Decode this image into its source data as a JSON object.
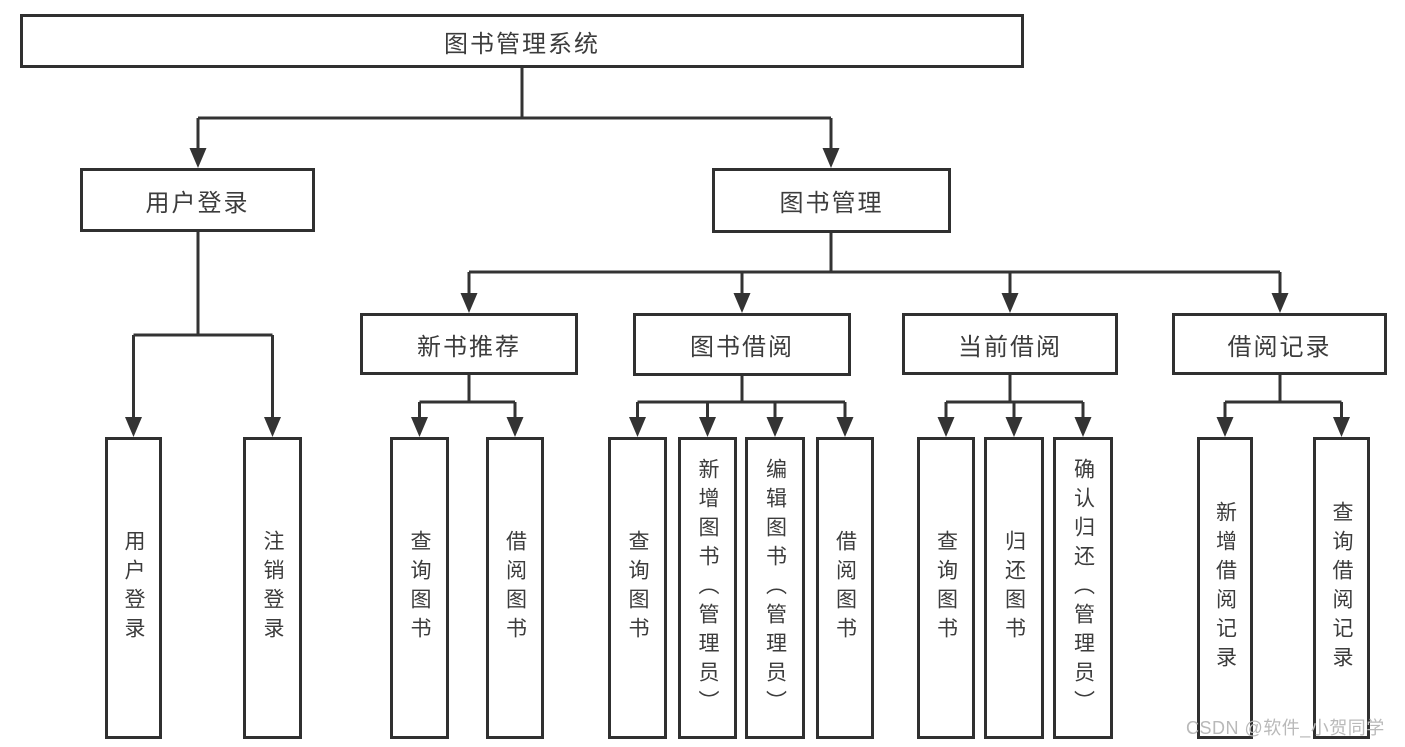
{
  "diagram": {
    "type": "tree",
    "title": "图书管理系统",
    "tree": {
      "label": "图书管理系统",
      "children": [
        {
          "label": "用户登录",
          "children": [
            {
              "label": "用户登录"
            },
            {
              "label": "注销登录"
            }
          ]
        },
        {
          "label": "图书管理",
          "children": [
            {
              "label": "新书推荐",
              "children": [
                {
                  "label": "查询图书"
                },
                {
                  "label": "借阅图书"
                }
              ]
            },
            {
              "label": "图书借阅",
              "children": [
                {
                  "label": "查询图书"
                },
                {
                  "label": "新增图书（管理员）"
                },
                {
                  "label": "编辑图书（管理员）"
                },
                {
                  "label": "借阅图书"
                }
              ]
            },
            {
              "label": "当前借阅",
              "children": [
                {
                  "label": "查询图书"
                },
                {
                  "label": "归还图书"
                },
                {
                  "label": "确认归还（管理员）"
                }
              ]
            },
            {
              "label": "借阅记录",
              "children": [
                {
                  "label": "新增借阅记录"
                },
                {
                  "label": "查询借阅记录"
                }
              ]
            }
          ]
        }
      ]
    },
    "colors": {
      "line": "#333333",
      "box_border": "#303030",
      "text": "#3c3c3c",
      "background": "#ffffff",
      "watermark": "#b9b9b9"
    }
  },
  "watermark": {
    "text": "CSDN @软件_小贺同学"
  }
}
